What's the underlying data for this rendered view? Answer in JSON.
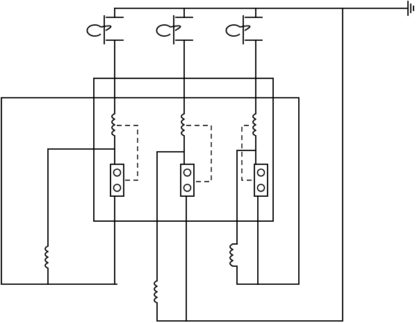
{
  "diagram": {
    "kind": "three-phase current transformer and relay wiring schematic",
    "text_labels": [],
    "line_color": "#000000",
    "background": "#ffffff",
    "icons": {
      "ground": "ground-icon",
      "current_transformer": "current-transformer-icon",
      "coil": "inductor-coil-icon",
      "terminal": "terminal-block-icon"
    },
    "phases": [
      "phase-1",
      "phase-2",
      "phase-3"
    ]
  }
}
